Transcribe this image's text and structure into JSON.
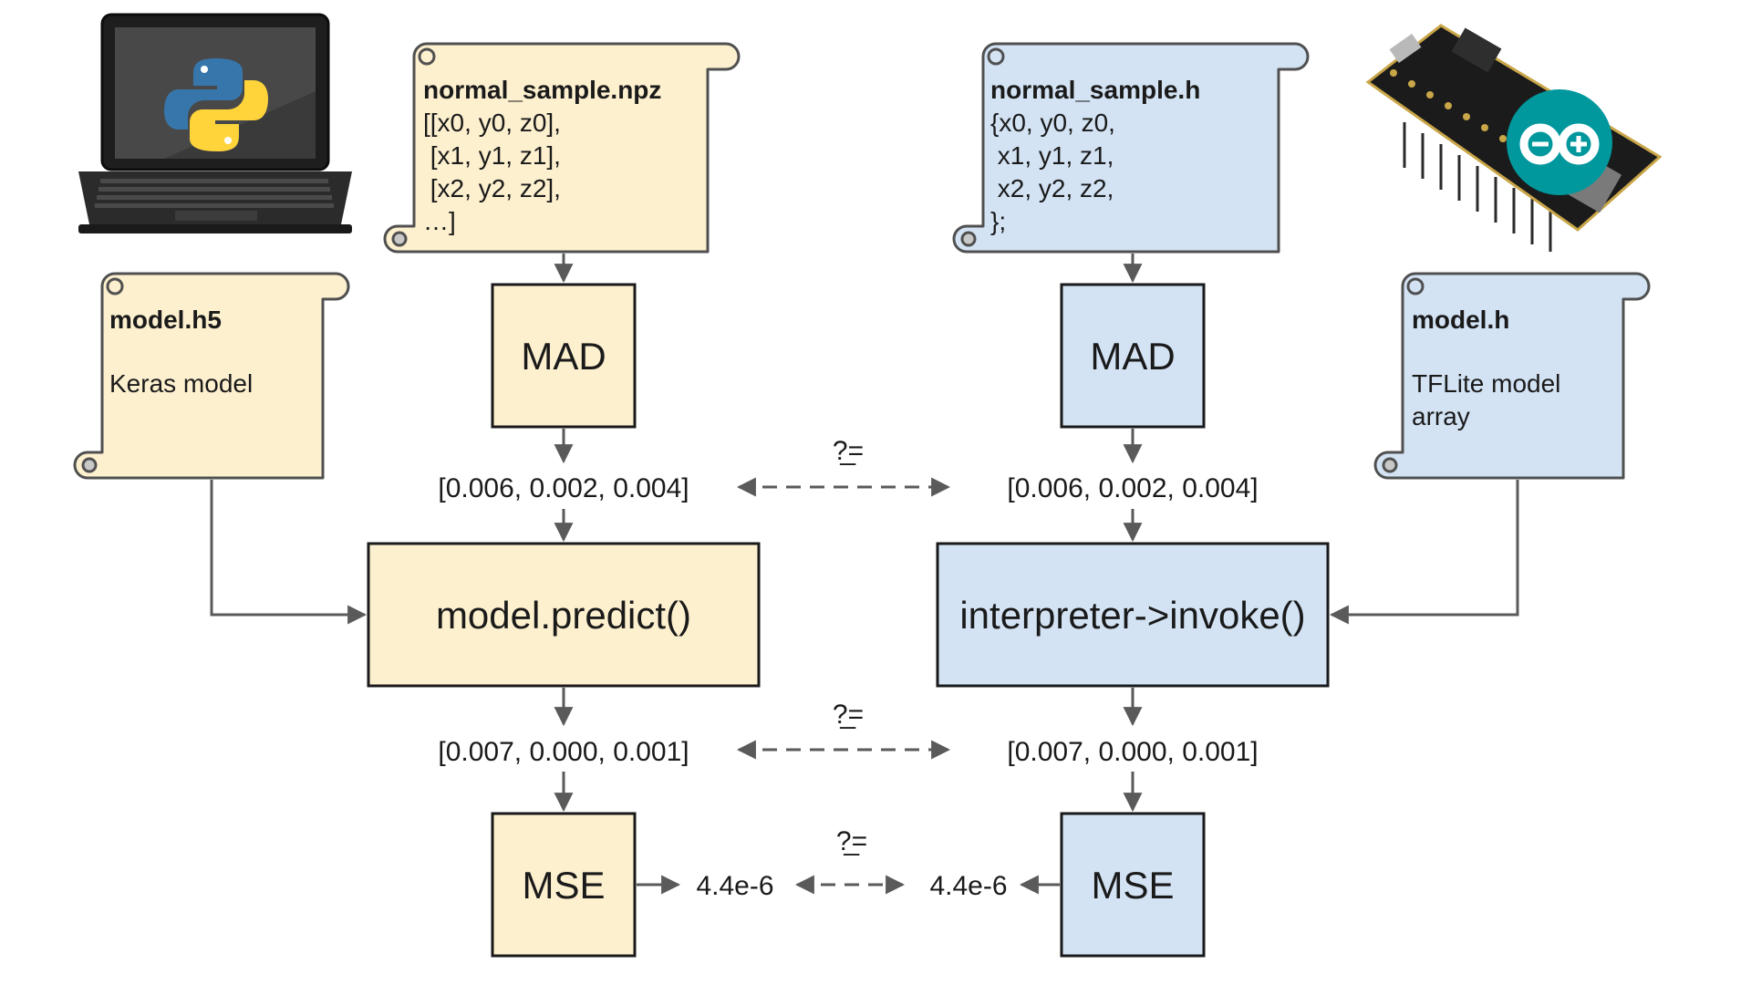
{
  "colors": {
    "python_side": "#fdf0cf",
    "tflite_side": "#d3e3f4",
    "stroke": "#505050",
    "arrow": "#5a5a5a"
  },
  "icons": {
    "laptop": "laptop-python-icon",
    "board": "arduino-board-icon"
  },
  "left": {
    "sample_scroll": {
      "title": "normal_sample.npz",
      "lines": [
        "[[x0, y0, z0],",
        " [x1, y1, z1],",
        " [x2, y2, z2],",
        "…]"
      ]
    },
    "model_scroll": {
      "title": "model.h5",
      "lines": [
        "Keras model"
      ]
    },
    "mad_label": "MAD",
    "mad_output": "[0.006, 0.002, 0.004]",
    "predict_label": "model.predict()",
    "predict_output": "[0.007, 0.000, 0.001]",
    "mse_label": "MSE",
    "mse_output": "4.4e-6"
  },
  "right": {
    "sample_scroll": {
      "title": "normal_sample.h",
      "lines": [
        "{x0, y0, z0,",
        " x1, y1, z1,",
        " x2, y2, z2,",
        "};"
      ]
    },
    "model_scroll": {
      "title": "model.h",
      "lines": [
        "TFLite model",
        "array"
      ]
    },
    "mad_label": "MAD",
    "mad_output": "[0.006, 0.002, 0.004]",
    "invoke_label": "interpreter->invoke()",
    "invoke_output": "[0.007, 0.000, 0.001]",
    "mse_label": "MSE",
    "mse_output": "4.4e-6"
  },
  "compare_symbol": "?̲="
}
